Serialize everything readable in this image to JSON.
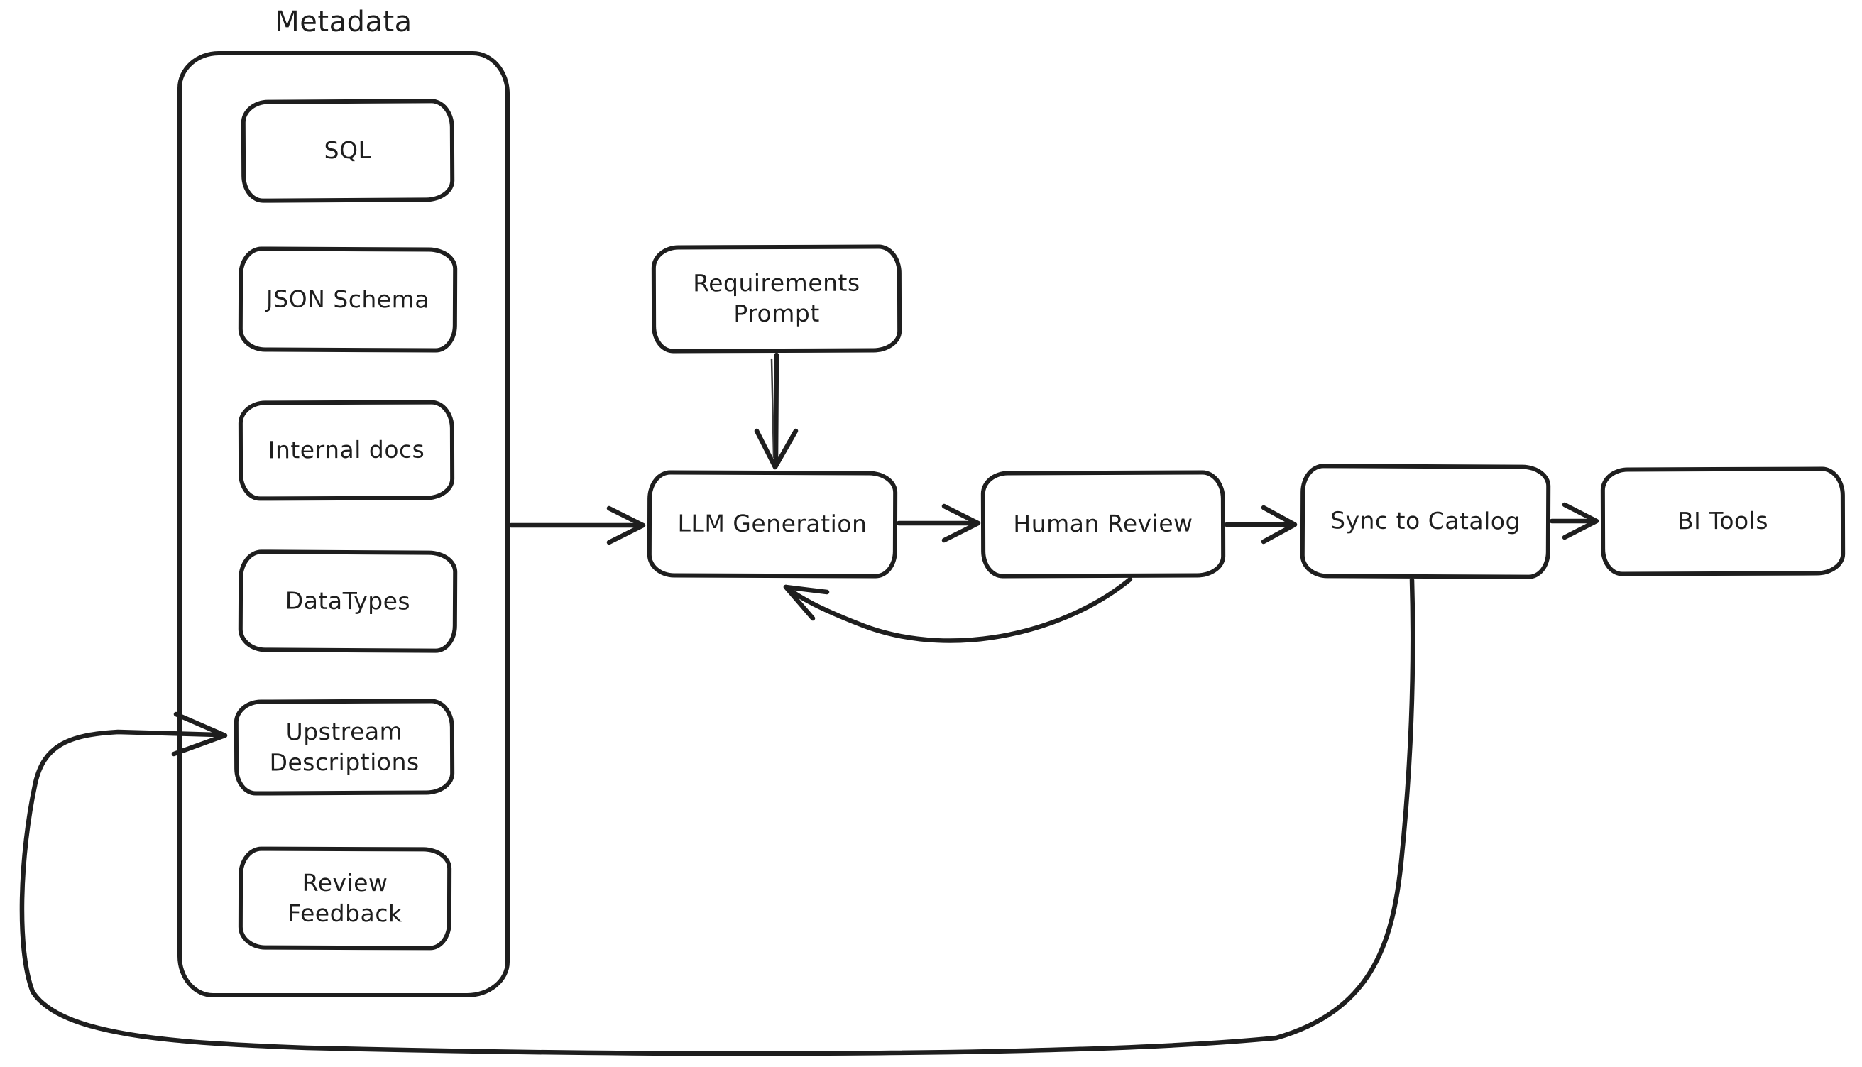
{
  "canvas": {
    "background": "#ffffff",
    "ink": "#1e1e1e"
  },
  "group": {
    "label": "Metadata"
  },
  "nodes": {
    "sql": {
      "label": "SQL"
    },
    "json_schema": {
      "label": "JSON Schema"
    },
    "internal_docs": {
      "label": "Internal docs"
    },
    "datatypes": {
      "label": "DataTypes"
    },
    "upstream_descriptions": {
      "label": "Upstream Descriptions"
    },
    "review_feedback": {
      "label": "Review Feedback"
    },
    "requirements_prompt": {
      "label": "Requirements Prompt"
    },
    "llm_generation": {
      "label": "LLM Generation"
    },
    "human_review": {
      "label": "Human Review"
    },
    "sync_to_catalog": {
      "label": "Sync to Catalog"
    },
    "bi_tools": {
      "label": "BI Tools"
    }
  },
  "edges": [
    {
      "from": "Requirements Prompt",
      "to": "LLM Generation",
      "type": "straight-arrow"
    },
    {
      "from": "Metadata",
      "to": "LLM Generation",
      "type": "straight-arrow"
    },
    {
      "from": "LLM Generation",
      "to": "Human Review",
      "type": "straight-arrow"
    },
    {
      "from": "Human Review",
      "to": "LLM Generation",
      "type": "curved-feedback-arrow"
    },
    {
      "from": "Human Review",
      "to": "Sync to Catalog",
      "type": "straight-arrow"
    },
    {
      "from": "Sync to Catalog",
      "to": "BI Tools",
      "type": "straight-arrow"
    },
    {
      "from": "Sync to Catalog",
      "to": "Upstream Descriptions",
      "type": "long-loop-arrow"
    }
  ]
}
